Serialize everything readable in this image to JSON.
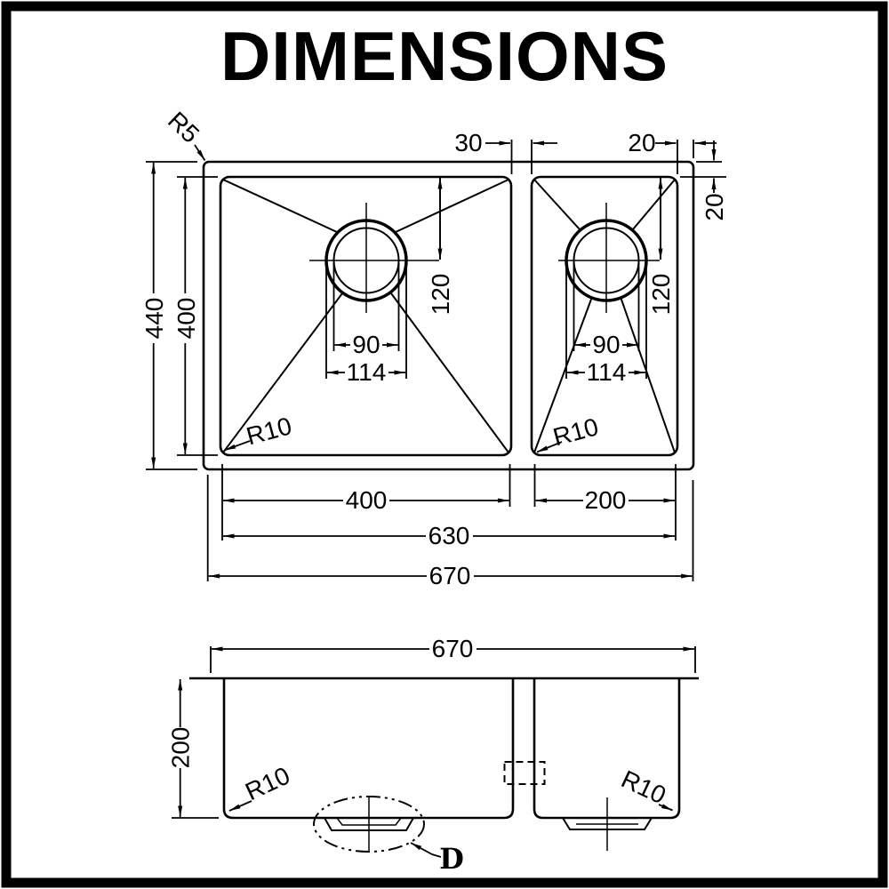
{
  "title": "DIMENSIONS",
  "colors": {
    "line": "#000000",
    "background": "#ffffff"
  },
  "top_view": {
    "overall_width": "670",
    "inner_width": "630",
    "left_bowl_width": "400",
    "right_bowl_width": "200",
    "overall_depth": "440",
    "bowl_depth": "400",
    "divider_width": "30",
    "right_rim": "20",
    "top_rim": "20",
    "left_drain_offset": "120",
    "right_drain_offset": "120",
    "left_drain_inner": "90",
    "left_drain_outer": "114",
    "right_drain_inner": "90",
    "right_drain_outer": "114",
    "outer_corner_radius": "R5",
    "left_bowl_corner_radius": "R10",
    "right_bowl_corner_radius": "R10"
  },
  "front_view": {
    "overall_width": "670",
    "bowl_depth": "200",
    "left_corner_radius": "R10",
    "right_corner_radius": "R10",
    "drain_detail_label": "D"
  }
}
